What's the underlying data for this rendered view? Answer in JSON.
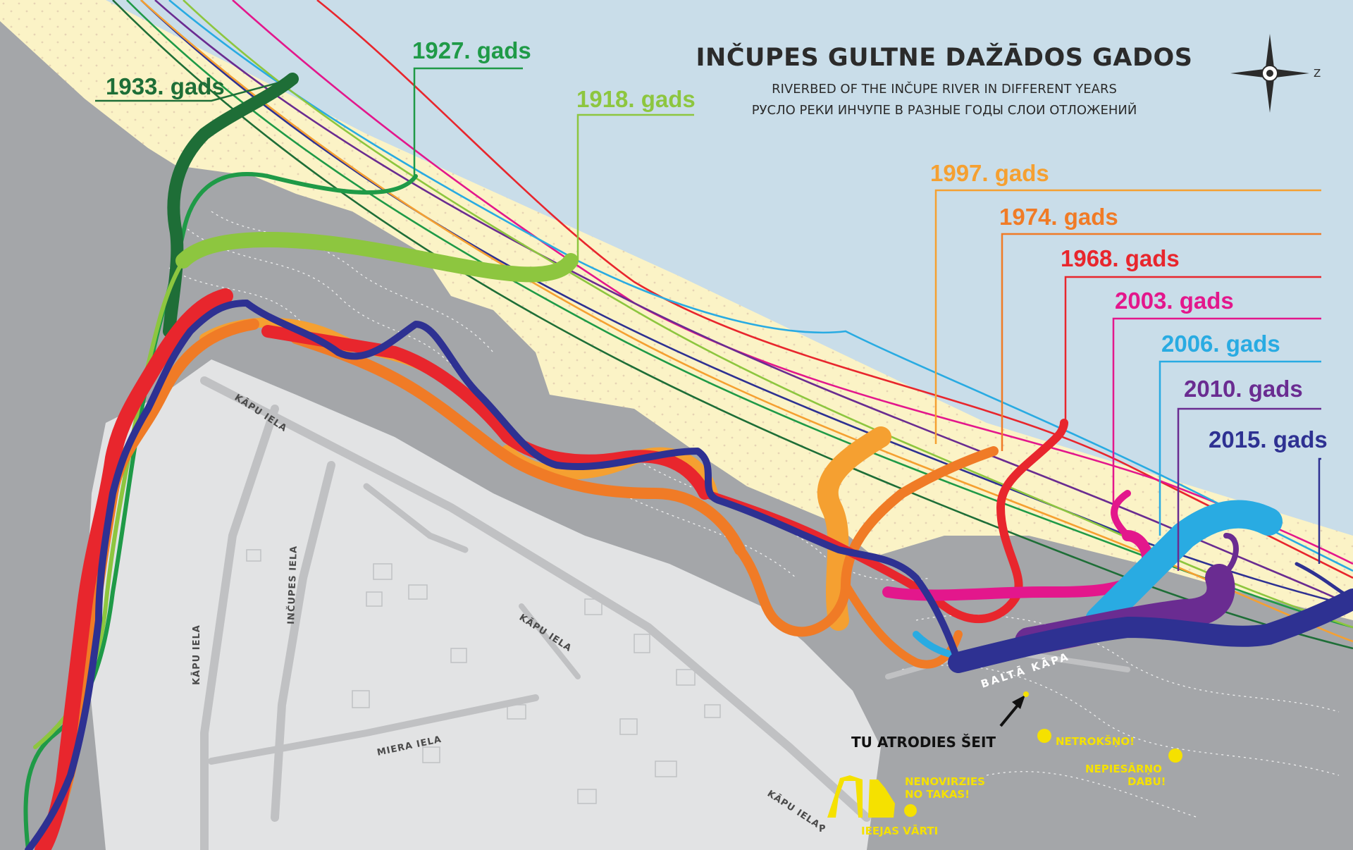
{
  "title": {
    "main": "INČUPES GULTNE DAŽĀDOS GADOS",
    "en": "RIVERBED OF THE INČUPE RIVER IN DIFFERENT YEARS",
    "ru": "РУСЛО РЕКИ ИНЧУПЕ В РАЗНЫЕ ГОДЫ СЛОИ ОТЛОЖЕНИЙ"
  },
  "compass": {
    "letter": "Z",
    "icon": "compass-rose-icon"
  },
  "years": [
    {
      "id": "1933",
      "label": "1933. gads",
      "color": "#1e6e37"
    },
    {
      "id": "1927",
      "label": "1927. gads",
      "color": "#1f9a47"
    },
    {
      "id": "1918",
      "label": "1918. gads",
      "color": "#8dc63f"
    },
    {
      "id": "1997",
      "label": "1997. gads",
      "color": "#f5a031"
    },
    {
      "id": "1974",
      "label": "1974. gads",
      "color": "#f07b26"
    },
    {
      "id": "1968",
      "label": "1968. gads",
      "color": "#e8262d"
    },
    {
      "id": "2003",
      "label": "2003. gads",
      "color": "#e3178c"
    },
    {
      "id": "2006",
      "label": "2006. gads",
      "color": "#29abe2"
    },
    {
      "id": "2010",
      "label": "2010. gads",
      "color": "#6a2c91"
    },
    {
      "id": "2015",
      "label": "2015. gads",
      "color": "#2e3192"
    }
  ],
  "streets": {
    "kapu_1": "KĀPU IELA",
    "kapu_2": "KĀPU IELA",
    "kapu_3": "KĀPU IELA",
    "kapu_4": "KĀPU IELA",
    "incupes": "INČUPES IELA",
    "miera": "MIERA IELA"
  },
  "places": {
    "balta_kapa": "BALTĀ KĀPA",
    "here": "TU ATRODIES ŠEIT",
    "quiet": "NETROKŠŅO!",
    "no_litter_1": "NEPIESĀRŅO",
    "no_litter_2": "DABU!",
    "stay_path_1": "NENOVIRZIES",
    "stay_path_2": "NO TAKAS!",
    "gate": "IEEJAS VĀRTI",
    "parking": "P"
  },
  "colors": {
    "sea": "#c9dde9",
    "beach": "#fbf3c6",
    "land_dark": "#a4a6a9",
    "land_light": "#e2e3e4",
    "road": "#c0c1c3",
    "poi": "#f5e100"
  }
}
